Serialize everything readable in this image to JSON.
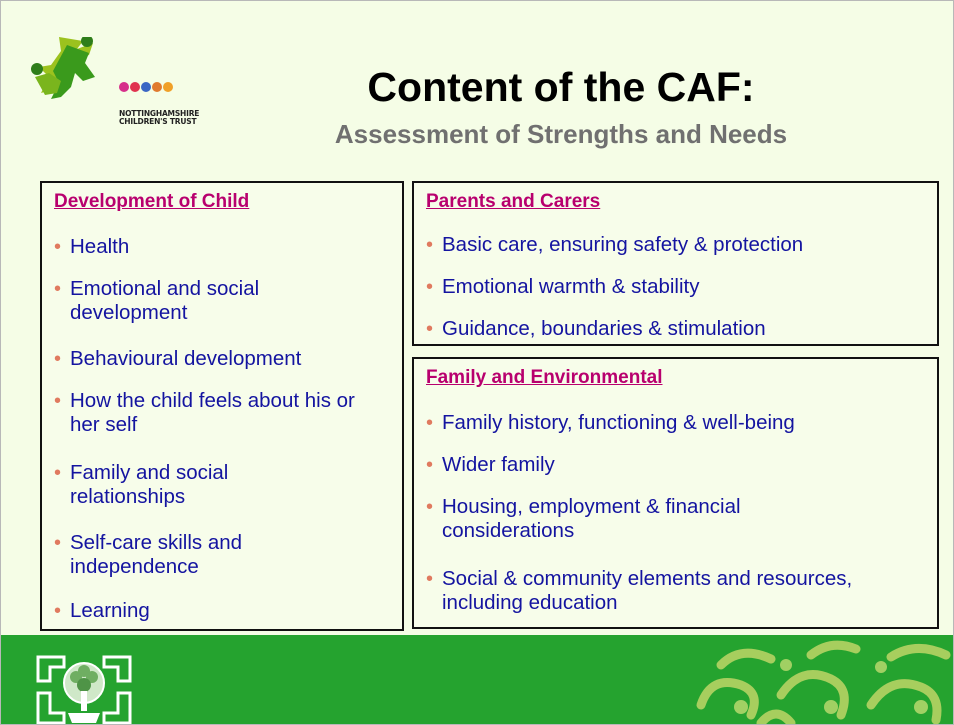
{
  "header": {
    "title": "Content of the CAF:",
    "subtitle": "Assessment of Strengths and Needs"
  },
  "logo": {
    "line1": "NOTTINGHAMSHIRE",
    "line2": "CHILDREN'S TRUST"
  },
  "development": {
    "heading": "Development of Child",
    "items": [
      "Health",
      "Emotional and social development",
      "Behavioural development",
      "How the child feels about his or her self",
      "Family and social relationships",
      "Self-care skills and independence",
      "Learning"
    ]
  },
  "parents": {
    "heading": "Parents and Carers",
    "items": [
      "Basic care, ensuring safety & protection",
      "Emotional warmth & stability",
      "Guidance, boundaries & stimulation"
    ]
  },
  "family": {
    "heading": "Family and Environmental",
    "items": [
      "Family history, functioning & well-being",
      "Wider family",
      "Housing, employment &  financial considerations",
      "Social & community elements and resources, including education"
    ]
  },
  "colors": {
    "background": "#f5fde6",
    "heading": "#b8006e",
    "body_text": "#1414a0",
    "bullet": "#e07a5f",
    "footer": "#25a32f"
  }
}
